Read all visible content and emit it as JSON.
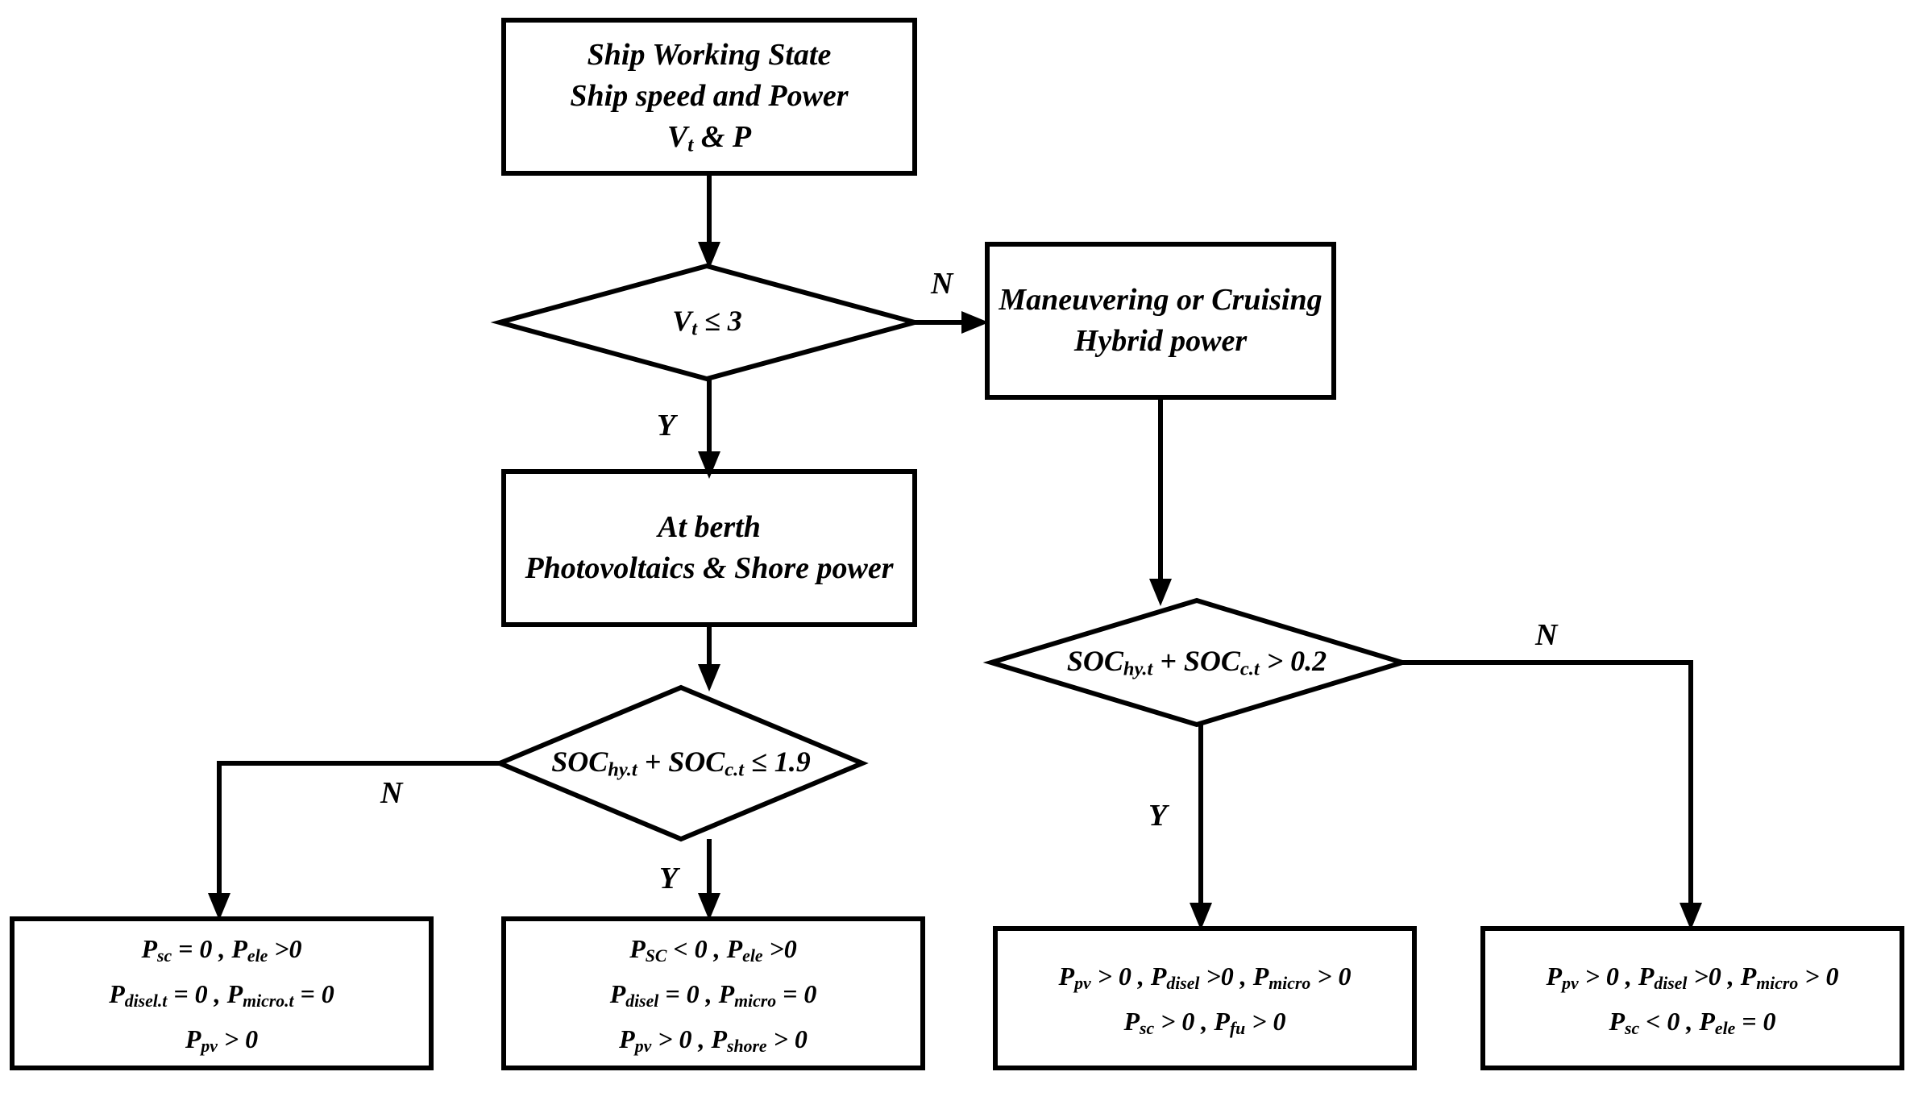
{
  "diagram": {
    "title": "Ship energy management flowchart",
    "type": "flowchart",
    "colors": {
      "stroke": "#000000",
      "fill": "#ffffff",
      "text": "#000000"
    }
  },
  "nodes": {
    "start": {
      "shape": "process",
      "lines": [
        "Ship Working State",
        "Ship speed and Power",
        "Vt & P"
      ],
      "line3_base": "V",
      "line3_sub": "t",
      "line3_rest": " & P"
    },
    "decision_speed": {
      "shape": "decision",
      "base": "V",
      "sub": "t",
      "rest": " ≤ 3",
      "text": "Vt ≤ 3"
    },
    "maneuvering": {
      "shape": "process",
      "lines": [
        "Maneuvering or Cruising",
        "Hybrid power"
      ]
    },
    "at_berth": {
      "shape": "process",
      "lines": [
        "At berth",
        "Photovoltaics & Shore power"
      ]
    },
    "decision_soc_berth": {
      "shape": "decision",
      "text": "SOChy.t + SOCc.t ≤ 1.9",
      "parts": [
        "SOC",
        "hy.t",
        " + ",
        "SOC",
        "c.t",
        " ≤ 1.9"
      ]
    },
    "decision_soc_sail": {
      "shape": "decision",
      "text": "SOChy.t + SOCc.t > 0.2",
      "parts": [
        "SOC",
        "hy.t",
        " + ",
        "SOC",
        "c.t",
        " > 0.2"
      ]
    },
    "result_1": {
      "shape": "process",
      "lines": [
        [
          [
            "P",
            "sc",
            " = 0 , "
          ],
          [
            "P",
            "ele",
            " >0"
          ]
        ],
        [
          [
            "P",
            "disel.t",
            " = 0 , "
          ],
          [
            "P",
            "micro.t",
            " = 0"
          ]
        ],
        [
          [
            "P",
            "pv",
            " > 0"
          ]
        ]
      ],
      "plain": [
        "Psc = 0 , Pele >0",
        "Pdisel.t = 0 , Pmicro.t = 0",
        "Ppv > 0"
      ]
    },
    "result_2": {
      "shape": "process",
      "lines": [
        [
          [
            "P",
            "SC",
            " < 0 , "
          ],
          [
            "P",
            "ele",
            " >0"
          ]
        ],
        [
          [
            "P",
            "disel",
            " = 0 , "
          ],
          [
            "P",
            "micro",
            " = 0"
          ]
        ],
        [
          [
            "P",
            "pv",
            " > 0 , "
          ],
          [
            "P",
            "shore",
            " > 0"
          ]
        ]
      ],
      "plain": [
        "PSC < 0 , Pele >0",
        "Pdisel = 0 , Pmicro = 0",
        "Ppv > 0 , Pshore > 0"
      ]
    },
    "result_3": {
      "shape": "process",
      "lines": [
        [
          [
            "P",
            "pv",
            " > 0 , "
          ],
          [
            "P",
            "disel",
            " >0 , "
          ],
          [
            "P",
            "micro",
            " > 0"
          ]
        ],
        [
          [
            "P",
            "sc",
            " > 0 ,  "
          ],
          [
            "P",
            "fu",
            " > 0"
          ]
        ]
      ],
      "plain": [
        "Ppv > 0 , Pdisel >0 , Pmicro > 0",
        "Psc > 0 ,  Pfu > 0"
      ]
    },
    "result_4": {
      "shape": "process",
      "lines": [
        [
          [
            "P",
            "pv",
            " > 0 , "
          ],
          [
            "P",
            "disel",
            " >0 , "
          ],
          [
            "P",
            "micro",
            " > 0"
          ]
        ],
        [
          [
            "P",
            "sc",
            " < 0 ,  "
          ],
          [
            "P",
            "ele",
            " = 0"
          ]
        ]
      ],
      "plain": [
        "Ppv > 0 , Pdisel >0 , Pmicro > 0",
        "Psc < 0 ,  Pele = 0"
      ]
    }
  },
  "branch_labels": {
    "speed_no": "N",
    "speed_yes": "Y",
    "berth_no": "N",
    "berth_yes": "Y",
    "sail_no": "N",
    "sail_yes": "Y"
  }
}
